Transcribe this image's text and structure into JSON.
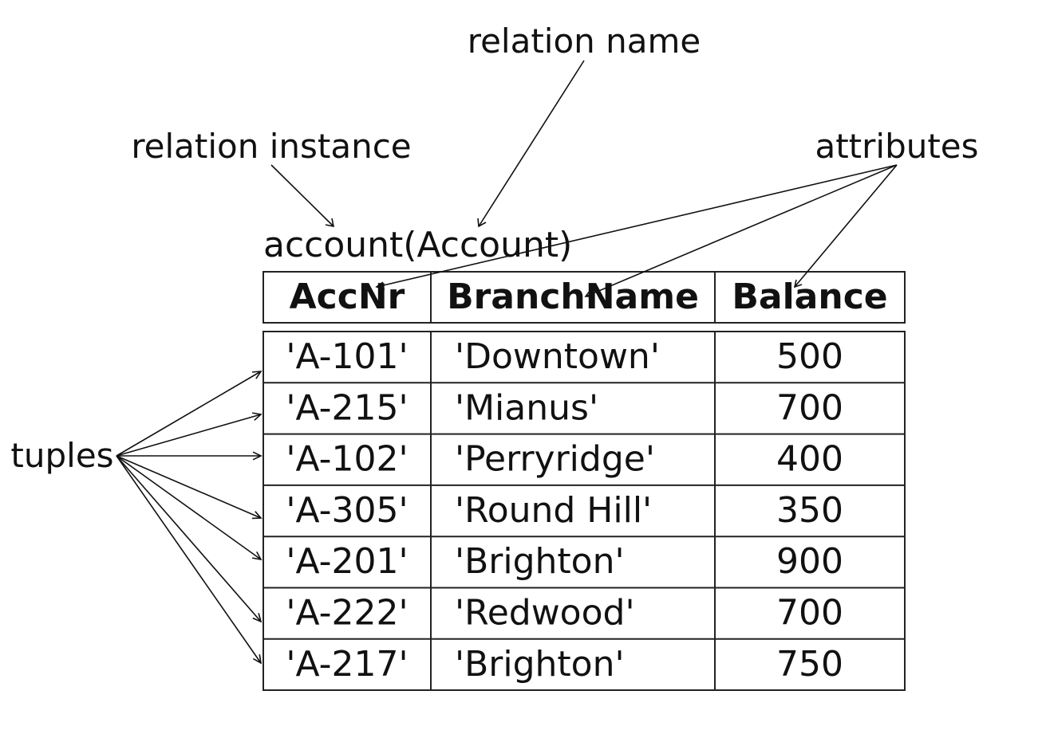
{
  "annotations": {
    "relation_name": "relation name",
    "relation_instance": "relation instance",
    "attributes": "attributes",
    "tuples": "tuples"
  },
  "table": {
    "caption": "account(Account)",
    "headers": [
      "AccNr",
      "BranchName",
      "Balance"
    ],
    "rows": [
      [
        "'A-101'",
        "'Downtown'",
        "500"
      ],
      [
        "'A-215'",
        "'Mianus'",
        "700"
      ],
      [
        "'A-102'",
        "'Perryridge'",
        "400"
      ],
      [
        "'A-305'",
        "'Round Hill'",
        "350"
      ],
      [
        "'A-201'",
        "'Brighton'",
        "900"
      ],
      [
        "'A-222'",
        "'Redwood'",
        "700"
      ],
      [
        "'A-217'",
        "'Brighton'",
        "750"
      ]
    ]
  }
}
